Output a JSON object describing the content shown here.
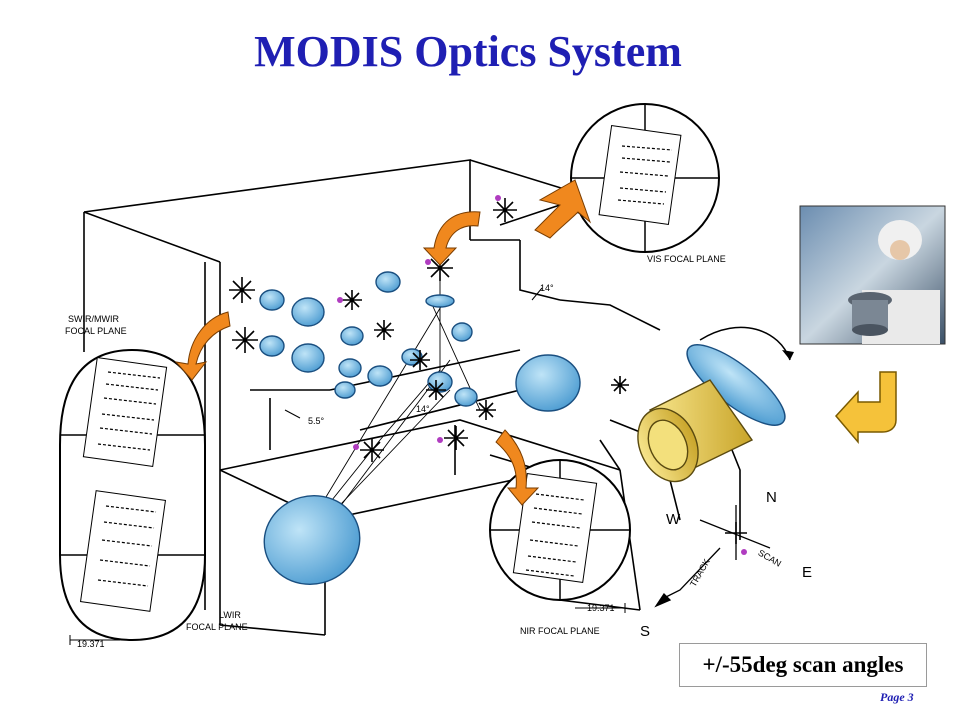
{
  "title": "MODIS Optics System",
  "labels": {
    "vis_focal_plane": "VIS FOCAL PLANE",
    "swir_line1": "SWIR/MWIR",
    "swir_line2": "FOCAL PLANE",
    "lwir_line1": "LWIR",
    "lwir_line2": "FOCAL PLANE",
    "nir_focal_plane": "NIR FOCAL PLANE",
    "angle_14_top": "14°",
    "angle_14_mid": "14°",
    "angle_5_5": "5.5°",
    "dim_left": "19.371",
    "dim_right": "19.371",
    "dir_n": "N",
    "dir_w": "W",
    "dir_e": "E",
    "dir_s": "S",
    "track": "TRACK",
    "scan": "SCAN"
  },
  "callout": "+/-55deg scan angles",
  "page": "Page 3",
  "colors": {
    "title": "#1f1fb3",
    "optic": "#7fc0e8",
    "optic_dark": "#3c86bf",
    "arrow": "#f0881e",
    "scanner": "#ecd35c",
    "return_arrow": "#f5c23a"
  },
  "icons": [
    "curved-arrow-icon",
    "return-arrow-icon",
    "photo-technician"
  ]
}
